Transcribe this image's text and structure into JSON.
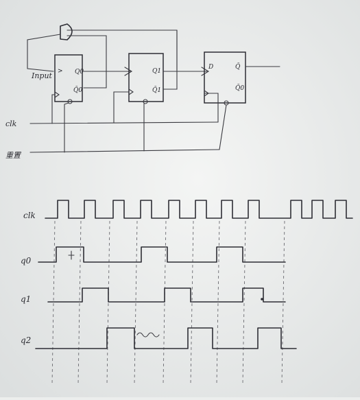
{
  "circuit": {
    "ff0": {
      "d": "Input",
      "q": "Q0",
      "qbar": "Q̄0"
    },
    "ff1": {
      "q": "Q1",
      "qbar": "Q̄1"
    },
    "ff2": {
      "d": "D",
      "q": "Q̄",
      "qbar": "Q̄0"
    },
    "clk_label": "clk",
    "reset_label": "重置"
  },
  "timing": {
    "clk_label": "clk",
    "q0_label": "q0",
    "q1_label": "q1",
    "q2_label": "q2"
  }
}
